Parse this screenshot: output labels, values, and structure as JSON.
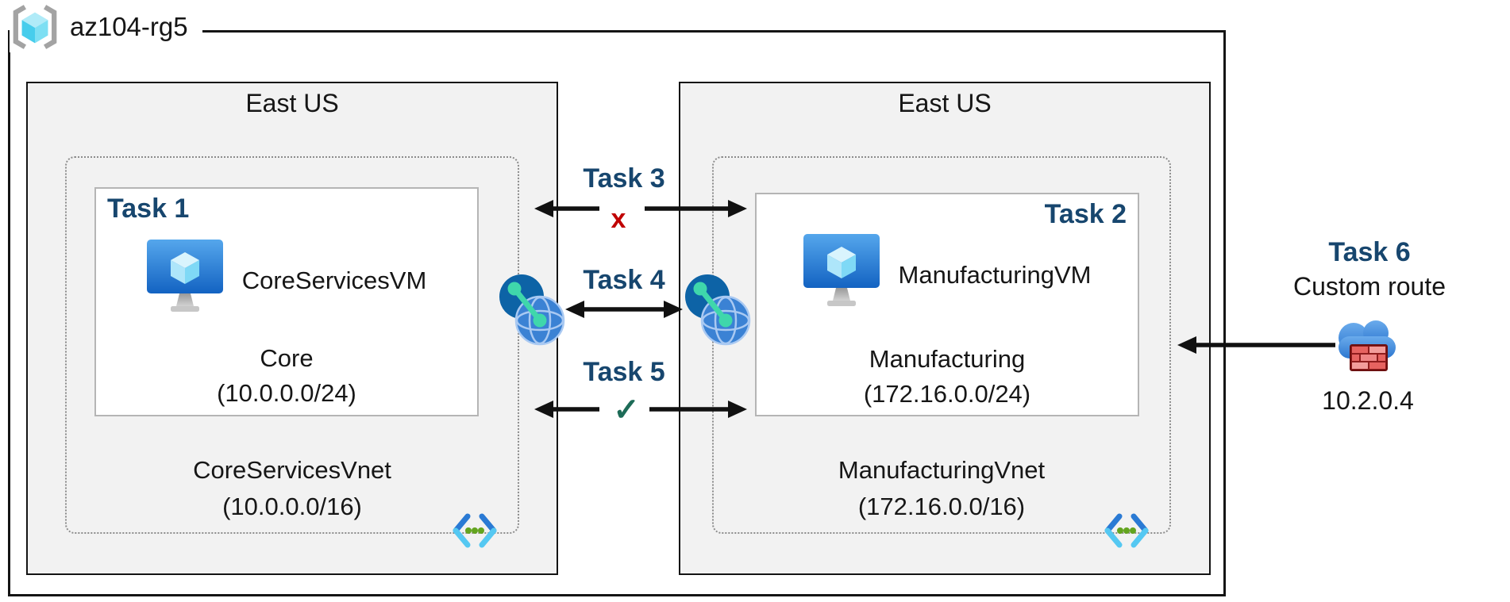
{
  "resource_group": {
    "name": "az104-rg5",
    "icon": "resource-group-icon"
  },
  "regions": [
    {
      "name": "East US",
      "vnet": {
        "name": "CoreServicesVnet",
        "cidr": "(10.0.0.0/16)",
        "icon": "virtual-network-icon"
      },
      "subnet": {
        "task_label": "Task 1",
        "vm_name": "CoreServicesVM",
        "vm_icon": "virtual-machine-icon",
        "name": "Core",
        "cidr": "(10.0.0.0/24)"
      }
    },
    {
      "name": "East US",
      "vnet": {
        "name": "ManufacturingVnet",
        "cidr": "(172.16.0.0/16)",
        "icon": "virtual-network-icon"
      },
      "subnet": {
        "task_label": "Task 2",
        "vm_name": "ManufacturingVM",
        "vm_icon": "virtual-machine-icon",
        "name": "Manufacturing",
        "cidr": "(172.16.0.0/24)"
      }
    }
  ],
  "connections": {
    "task3": {
      "label": "Task 3",
      "marker": "x"
    },
    "task4": {
      "label": "Task 4",
      "left_icon": "network-peering-icon",
      "right_icon": "network-peering-icon"
    },
    "task5": {
      "label": "Task 5",
      "marker": "✓"
    }
  },
  "custom_route": {
    "label": "Task 6",
    "title": "Custom route",
    "ip": "10.2.0.4",
    "icon": "cloud-firewall-icon"
  },
  "colors": {
    "task_label": "#17466e",
    "deny_x": "#c00000",
    "allow_check": "#1d6b57",
    "azure_blue": "#2e7dd2",
    "region_bg": "#f2f2f2"
  }
}
